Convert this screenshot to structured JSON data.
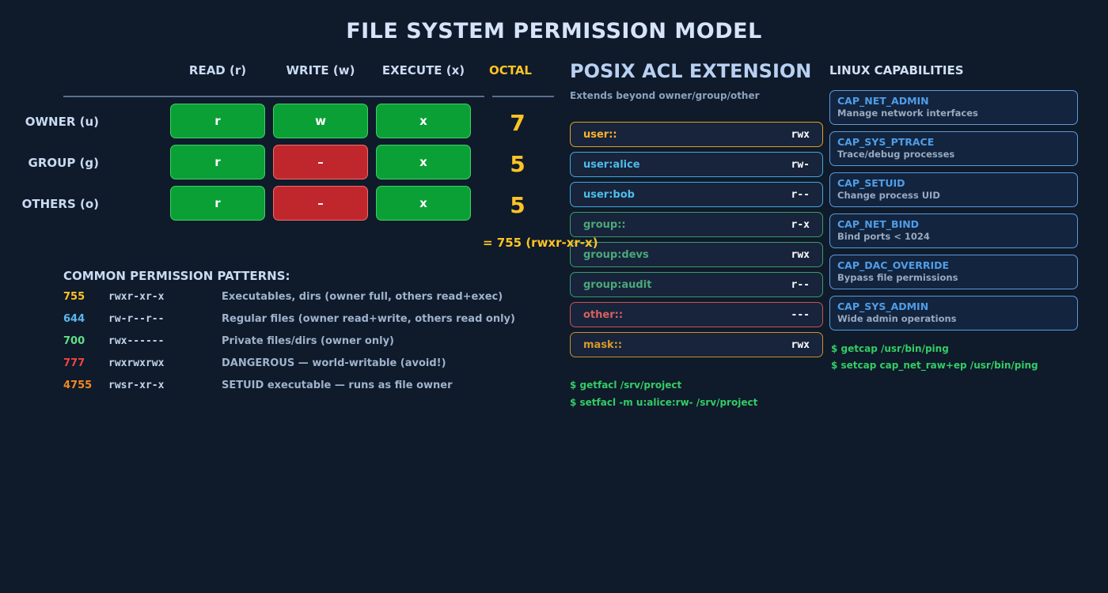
{
  "title": "FILE SYSTEM PERMISSION MODEL",
  "matrix": {
    "columns": [
      "READ (r)",
      "WRITE (w)",
      "EXECUTE (x)"
    ],
    "octal_header": "OCTAL",
    "rows": [
      {
        "label": "OWNER (u)",
        "cells": [
          {
            "text": "r",
            "state": "on"
          },
          {
            "text": "w",
            "state": "on"
          },
          {
            "text": "x",
            "state": "on"
          }
        ],
        "octal": "7"
      },
      {
        "label": "GROUP (g)",
        "cells": [
          {
            "text": "r",
            "state": "on"
          },
          {
            "text": "–",
            "state": "off"
          },
          {
            "text": "x",
            "state": "on"
          }
        ],
        "octal": "5"
      },
      {
        "label": "OTHERS (o)",
        "cells": [
          {
            "text": "r",
            "state": "on"
          },
          {
            "text": "–",
            "state": "off"
          },
          {
            "text": "x",
            "state": "on"
          }
        ],
        "octal": "5"
      }
    ],
    "summary": "= 755 (rwxr-xr-x)"
  },
  "patterns": {
    "heading": "COMMON PERMISSION PATTERNS:",
    "items": [
      {
        "code": "755",
        "symbolic": "rwxr-xr-x",
        "desc": "Executables, dirs (owner full, others read+exec)",
        "color": "#ffc325"
      },
      {
        "code": "644",
        "symbolic": "rw-r--r--",
        "desc": "Regular files (owner read+write, others read only)",
        "color": "#5bb8ef"
      },
      {
        "code": "700",
        "symbolic": "rwx------",
        "desc": "Private files/dirs (owner only)",
        "color": "#5fe08a"
      },
      {
        "code": "777",
        "symbolic": "rwxrwxrwx",
        "desc": "DANGEROUS — world-writable (avoid!)",
        "color": "#f0453f"
      },
      {
        "code": "4755",
        "symbolic": "rwsr-xr-x",
        "desc": "SETUID executable — runs as file owner",
        "color": "#f08a22"
      }
    ]
  },
  "acl": {
    "title": "POSIX ACL EXTENSION",
    "subtitle": "Extends beyond owner/group/other",
    "entries": [
      {
        "name": "user::",
        "perm": "rwx",
        "color": "#ffb227",
        "border": "#e0a020"
      },
      {
        "name": "user:alice",
        "perm": "rw-",
        "color": "#4dbcea",
        "border": "#3fa9de"
      },
      {
        "name": "user:bob",
        "perm": "r--",
        "color": "#4dbcea",
        "border": "#3fa9de"
      },
      {
        "name": "group::",
        "perm": "r-x",
        "color": "#4aa878",
        "border": "#3d9a6b"
      },
      {
        "name": "group:devs",
        "perm": "rwx",
        "color": "#4aa878",
        "border": "#3d9a6b"
      },
      {
        "name": "group:audit",
        "perm": "r--",
        "color": "#4aa878",
        "border": "#3d9a6b"
      },
      {
        "name": "other::",
        "perm": "---",
        "color": "#d9605c",
        "border": "#c9534f"
      },
      {
        "name": "mask::",
        "perm": "rwx",
        "color": "#d8992a",
        "border": "#c9902a"
      }
    ],
    "commands": [
      "$ getfacl /srv/project",
      "$ setfacl -m u:alice:rw- /srv/project"
    ]
  },
  "capabilities": {
    "title": "LINUX CAPABILITIES",
    "items": [
      {
        "name": "CAP_NET_ADMIN",
        "desc": "Manage network interfaces"
      },
      {
        "name": "CAP_SYS_PTRACE",
        "desc": "Trace/debug processes"
      },
      {
        "name": "CAP_SETUID",
        "desc": "Change process UID"
      },
      {
        "name": "CAP_NET_BIND",
        "desc": "Bind ports < 1024"
      },
      {
        "name": "CAP_DAC_OVERRIDE",
        "desc": "Bypass file permissions"
      },
      {
        "name": "CAP_SYS_ADMIN",
        "desc": "Wide admin operations"
      }
    ],
    "commands": [
      "$ getcap /usr/bin/ping",
      "$ setcap cap_net_raw+ep /usr/bin/ping"
    ]
  }
}
